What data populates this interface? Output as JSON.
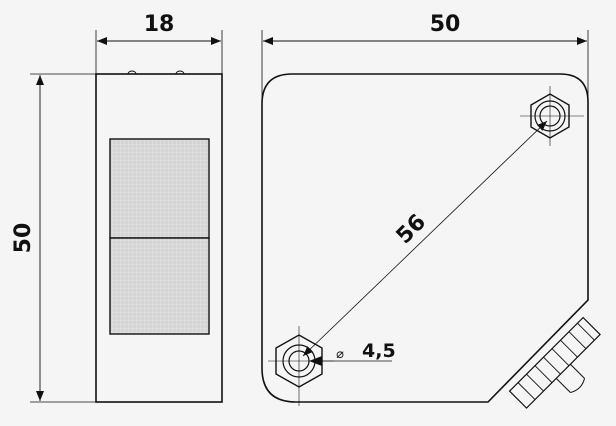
{
  "dimensions": {
    "side_width": "18",
    "front_width": "50",
    "height": "50",
    "hole_spacing": "56",
    "hole_diameter_symbol": "⌀",
    "hole_diameter": "4,5"
  },
  "colors": {
    "background": "#f5f5f5",
    "line": "#111111",
    "lens": "#d4d4d4",
    "lens_grid": "#e6e6e6"
  }
}
